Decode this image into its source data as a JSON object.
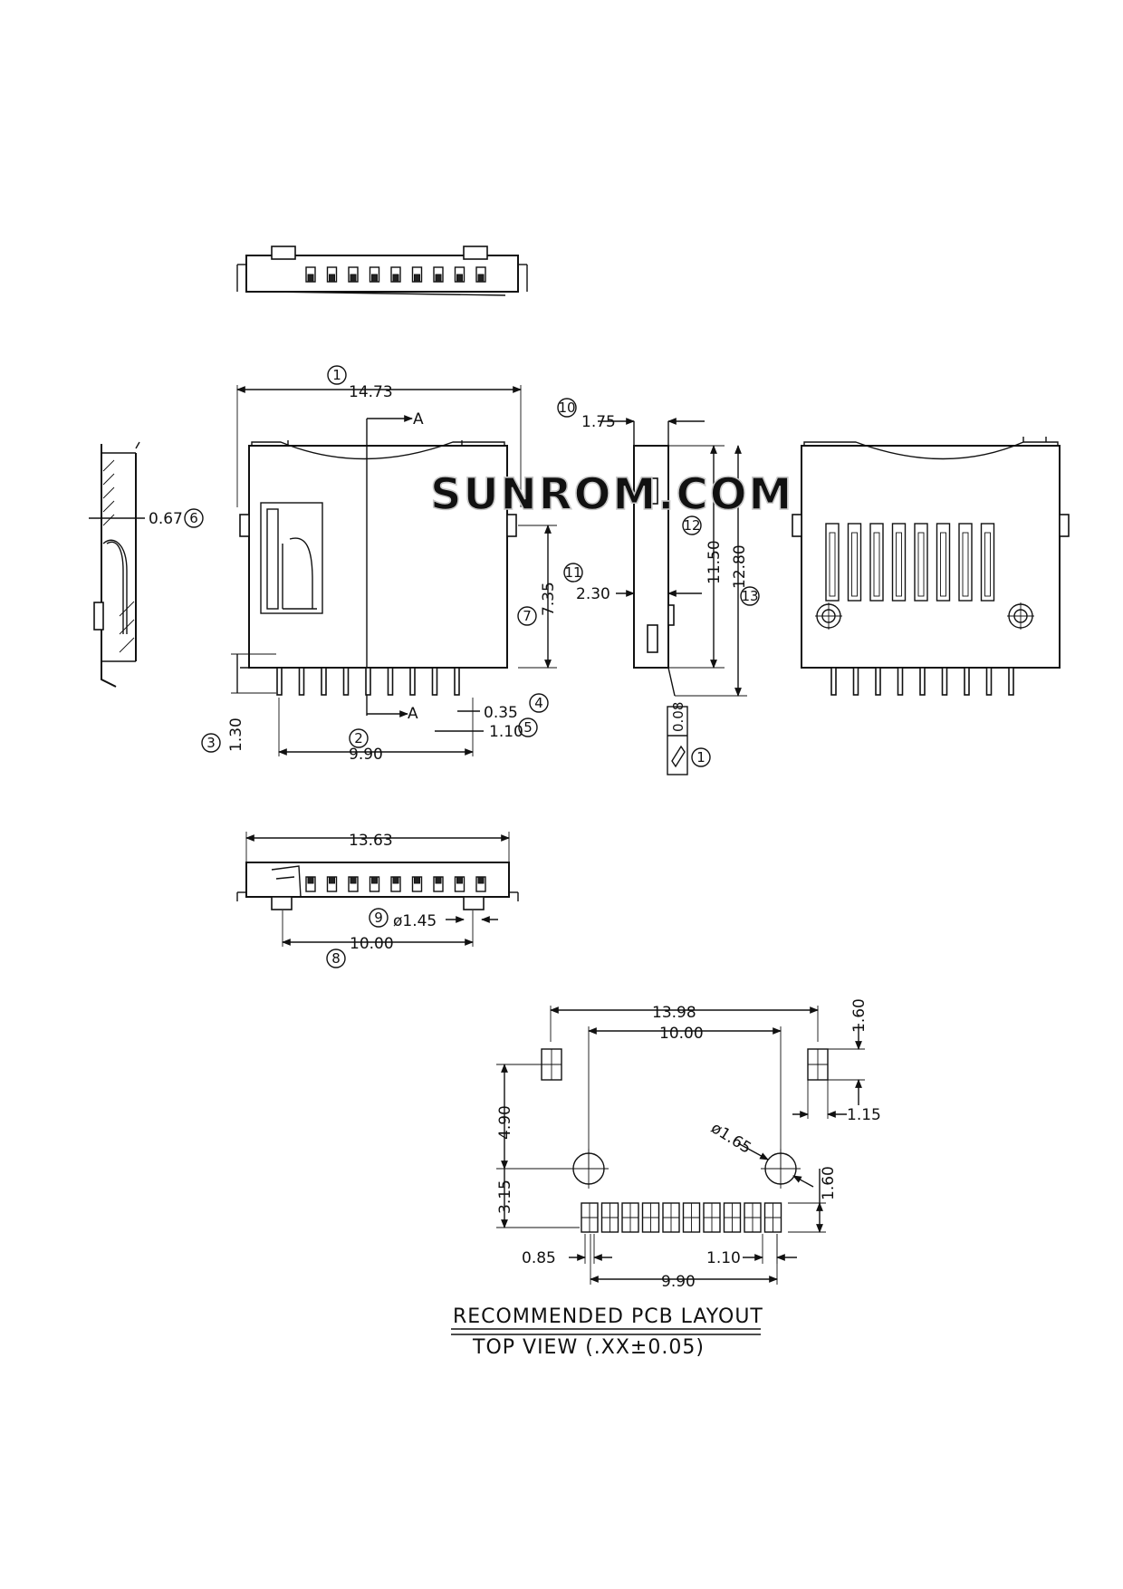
{
  "watermark": "SUNROM.COM",
  "section_mark": "A",
  "dimensions": {
    "overall_width": "14.73",
    "thickness": "0.67",
    "pin_pitch_span_front": "9.90",
    "pin_length": "1.30",
    "pin_width": "0.35",
    "pin_pitch": "1.10",
    "pin_to_edge_height": "7.35",
    "side_offset": "1.75",
    "side_step": "2.30",
    "body_length": "11.50",
    "overall_length": "12.80",
    "coplanarity": "0.08",
    "bottom_width": "13.63",
    "peg_diameter": "ø1.45",
    "peg_spacing": "10.00"
  },
  "callouts": [
    "1",
    "2",
    "3",
    "4",
    "5",
    "6",
    "7",
    "8",
    "9",
    "10",
    "11",
    "12",
    "13"
  ],
  "pcb": {
    "outer_width": "13.98",
    "hole_spacing": "10.00",
    "pad_height": "1.60",
    "pad_width": "1.15",
    "pad_to_hole": "4.90",
    "hole_diameter": "ø1.65",
    "hole_to_pad_offset": "1.60",
    "hole_to_pins": "3.15",
    "pin_pad_width": "0.85",
    "pin_pad_pitch": "1.10",
    "pin_span": "9.90"
  },
  "layout_title": "RECOMMENDED PCB LAYOUT",
  "layout_subtitle": "TOP VIEW (.XX±0.05)"
}
